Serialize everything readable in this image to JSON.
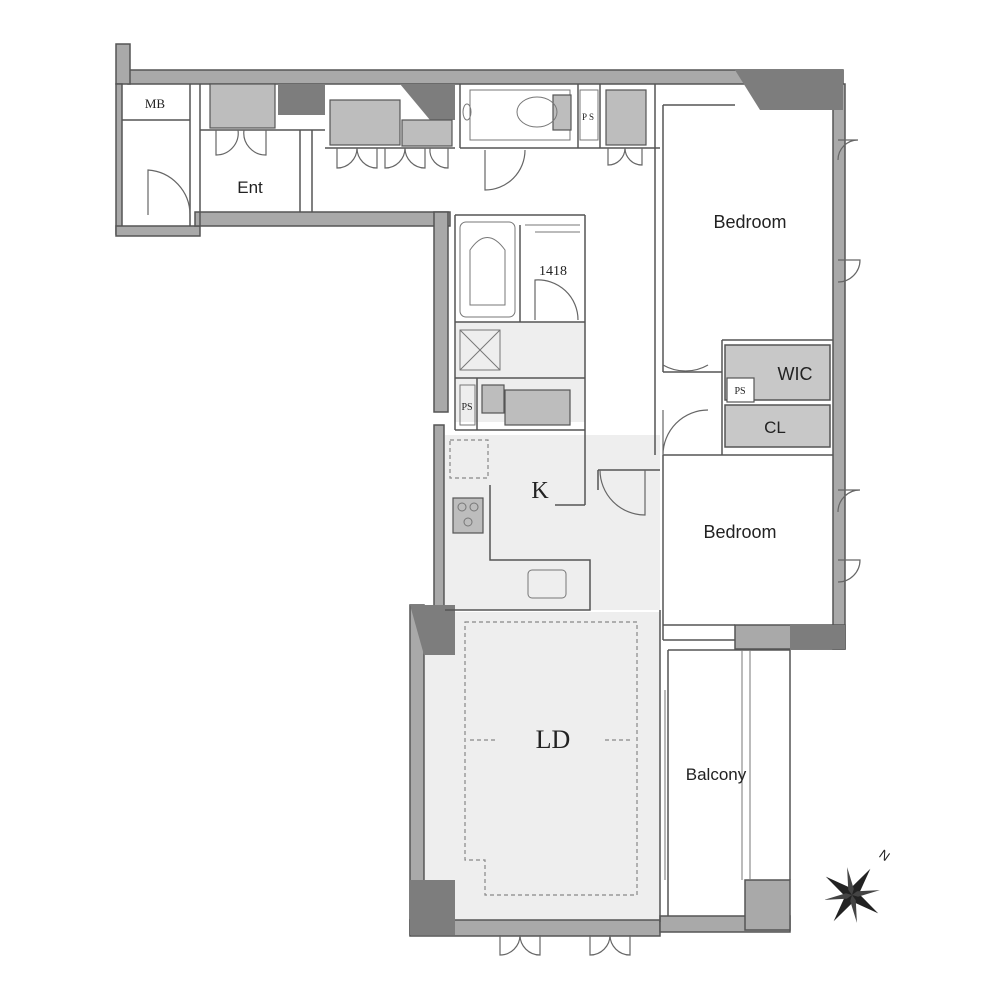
{
  "rooms": {
    "mb": "MB",
    "entrance": "Ent",
    "bedroom_north": "Bedroom",
    "bedroom_south": "Bedroom",
    "bath_size": "1418",
    "wic": "WIC",
    "closet": "CL",
    "kitchen": "K",
    "living_dining": "LD",
    "balcony": "Balcony",
    "ps_top": "P S",
    "ps_wash": "PS",
    "ps_wic": "PS"
  },
  "compass": {
    "north_mark": "N"
  },
  "colors": {
    "wall": "#a9a9a9",
    "floor": "#eeeeee",
    "closet_fill": "#c8c8c8",
    "line": "#555555"
  }
}
